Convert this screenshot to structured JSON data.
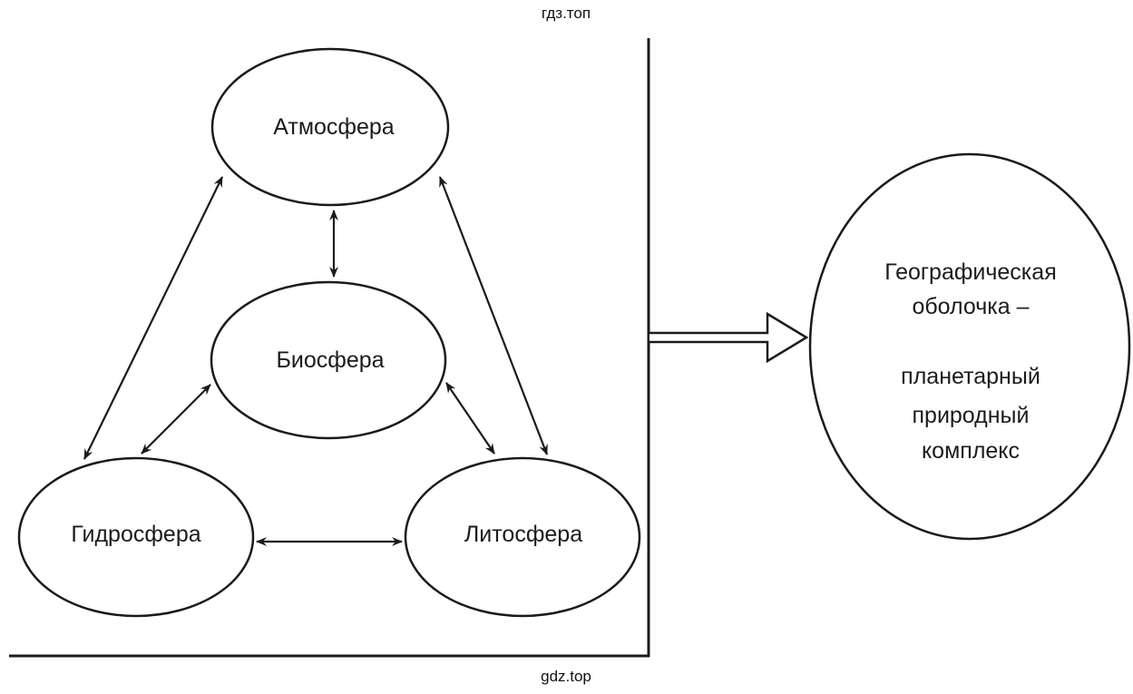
{
  "watermark_top": "гдз.топ",
  "watermark_bottom": "gdz.top",
  "nodes": {
    "atmosphere": "Атмосфера",
    "biosphere": "Биосфера",
    "hydrosphere": "Гидросфера",
    "lithosphere": "Литосфера"
  },
  "result": {
    "lines": [
      "Географическая",
      "оболочка –",
      "планетарный",
      "природный",
      "комплекс"
    ]
  },
  "connections": [
    [
      "Атмосфера",
      "Биосфера"
    ],
    [
      "Атмосфера",
      "Гидросфера"
    ],
    [
      "Атмосфера",
      "Литосфера"
    ],
    [
      "Биосфера",
      "Гидросфера"
    ],
    [
      "Биосфера",
      "Литосфера"
    ],
    [
      "Гидросфера",
      "Литосфера"
    ]
  ]
}
